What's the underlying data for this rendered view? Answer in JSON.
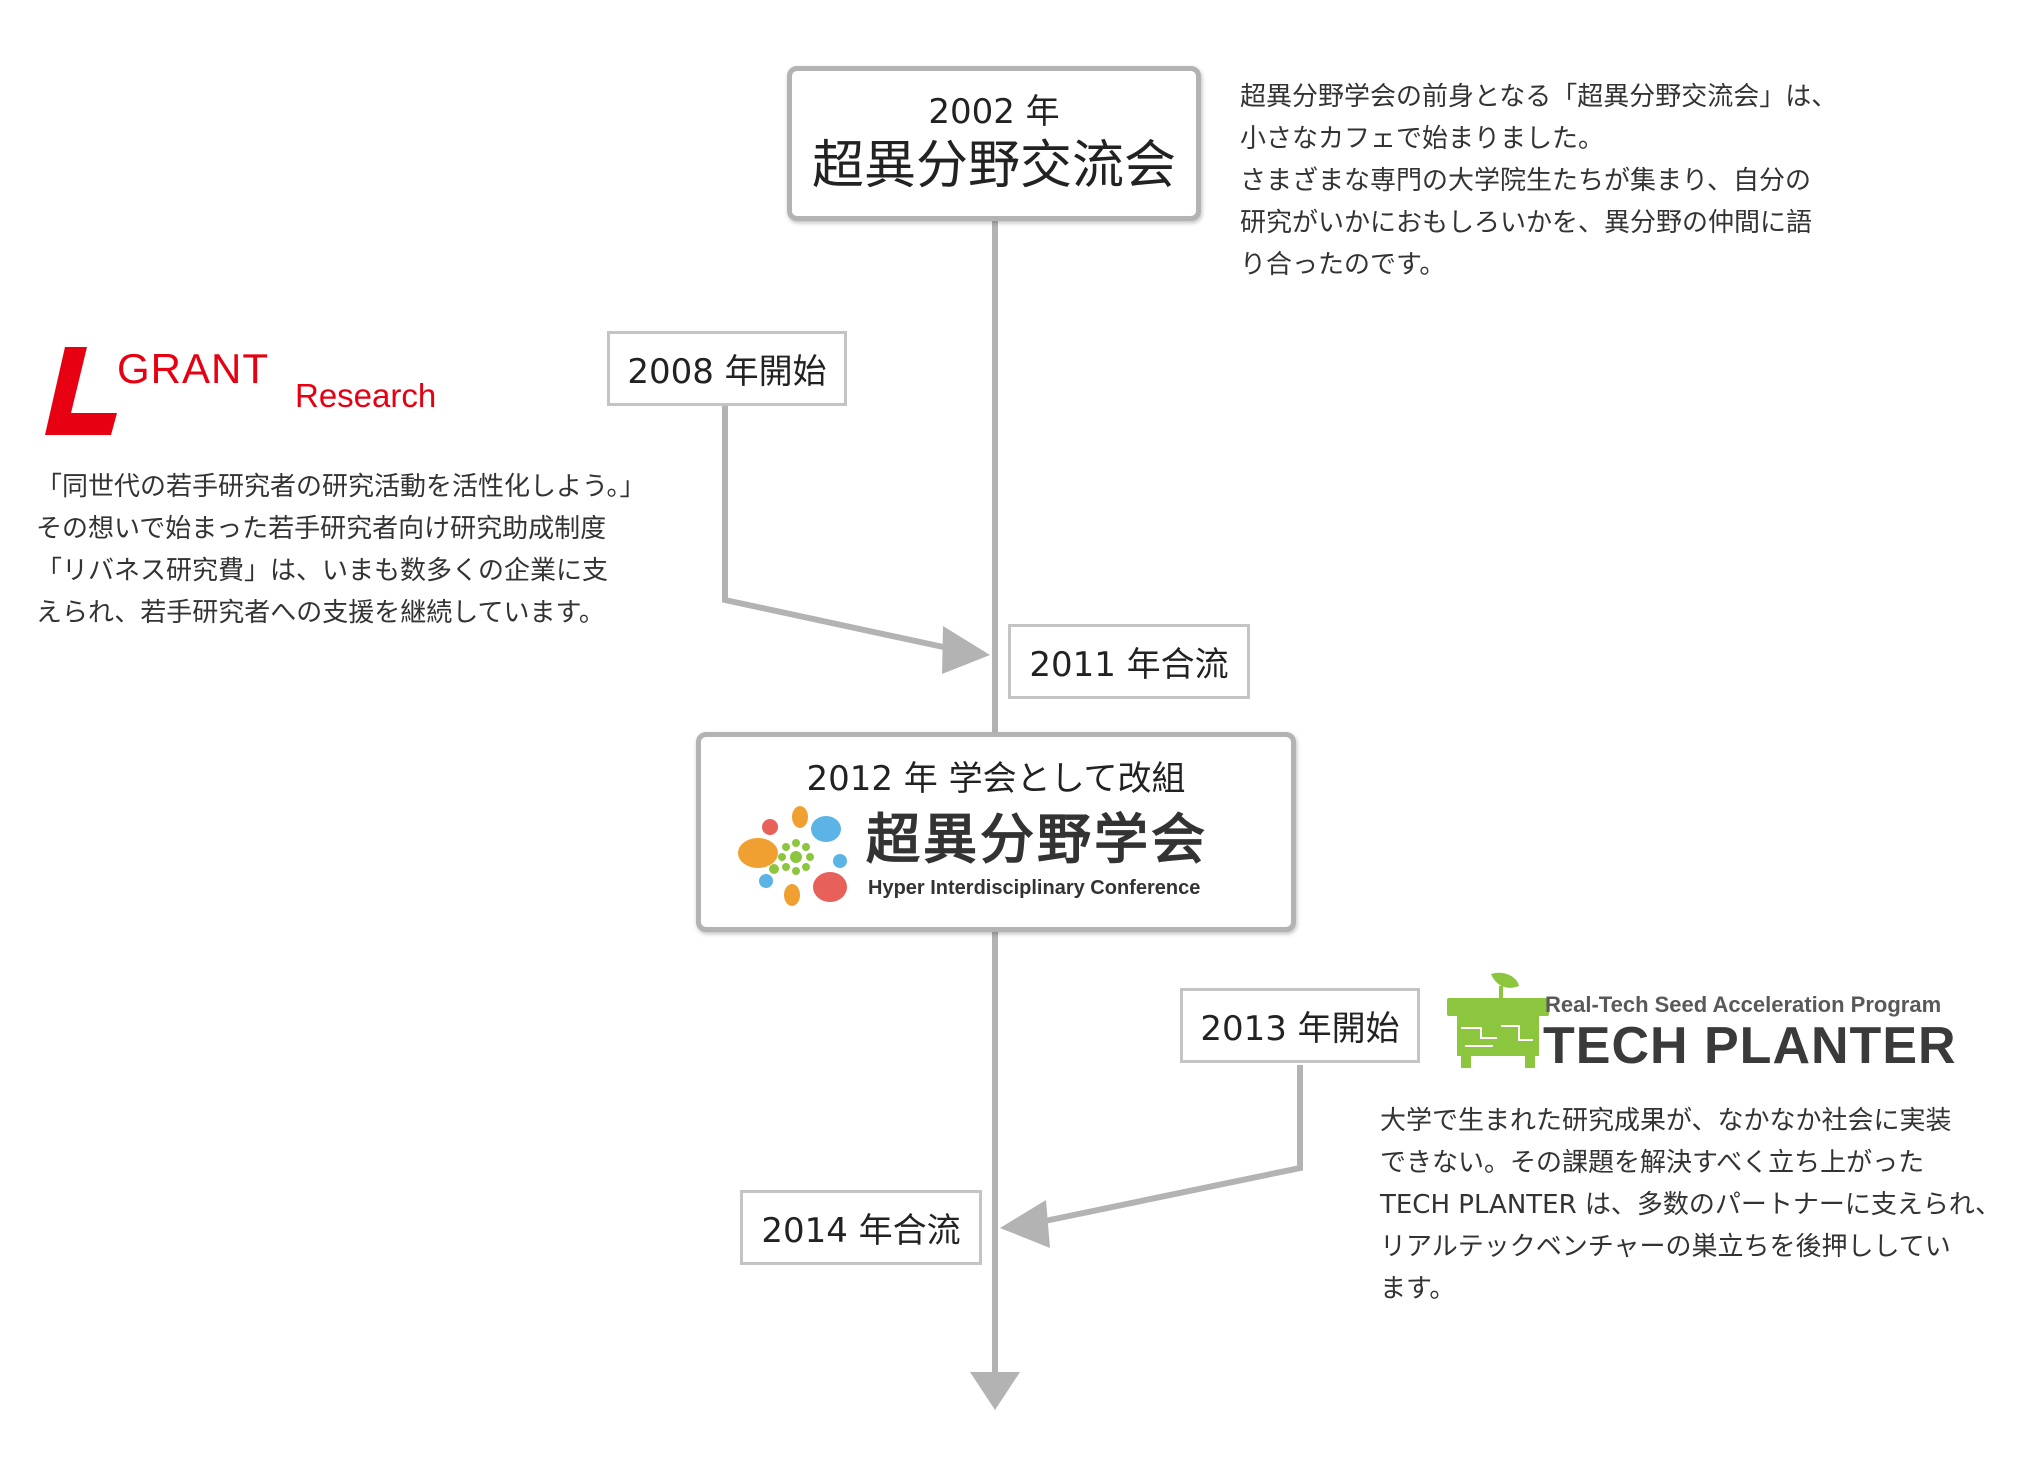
{
  "timeline": {
    "top_event": {
      "year": "2002 年",
      "name": "超異分野交流会"
    },
    "top_description": [
      "超異分野学会の前身となる「超異分野交流会」は、",
      "小さなカフェで始まりました。",
      "さまざまな専門の大学院生たちが集まり、自分の",
      "研究がいかにおもしろいかを、異分野の仲間に語",
      "り合ったのです。"
    ],
    "grant": {
      "logo_text": "GRANT",
      "logo_sub": "Research",
      "start_label": "2008 年開始",
      "merge_label": "2011 年合流",
      "description": [
        "「同世代の若手研究者の研究活動を活性化しよう。」",
        "その想いで始まった若手研究者向け研究助成制度",
        "「リバネス研究費」は、いまも数多くの企業に支",
        "えられ、若手研究者への支援を継続しています。"
      ]
    },
    "main_event": {
      "title": "2012 年 学会として改組",
      "logo_name": "超異分野学会",
      "logo_sub": "Hyper Interdisciplinary Conference"
    },
    "techplanter": {
      "start_label": "2013 年開始",
      "merge_label": "2014 年合流",
      "tagline": "Real-Tech Seed Acceleration Program",
      "logo_name": "TECH PLANTER",
      "description": [
        "大学で生まれた研究成果が、なかなか社会に実装",
        "できない。その課題を解決すべく立ち上がった",
        "TECH PLANTER は、多数のパートナーに支えられ、",
        "リアルテックベンチャーの巣立ちを後押ししてい",
        "ます。"
      ]
    }
  },
  "colors": {
    "line": "#b3b3b3",
    "grant_red": "#e60012",
    "techplanter_green": "#8cc63f",
    "text": "#222222"
  }
}
